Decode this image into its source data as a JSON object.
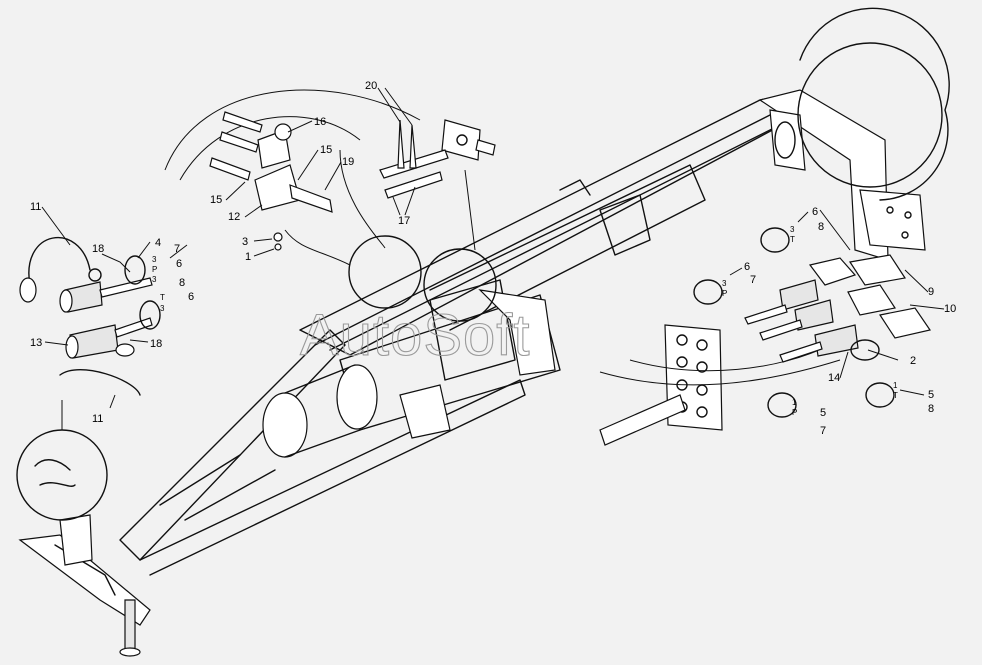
{
  "watermark": "AutoSoft",
  "callouts": [
    {
      "id": "c-11a",
      "text": "11"
    },
    {
      "id": "c-18a",
      "text": "18"
    },
    {
      "id": "c-4",
      "text": "4"
    },
    {
      "id": "c-7a",
      "text": "7"
    },
    {
      "id": "c-6a",
      "text": "6"
    },
    {
      "id": "c-8a",
      "text": "8"
    },
    {
      "id": "c-6b",
      "text": "6"
    },
    {
      "id": "c-13",
      "text": "13"
    },
    {
      "id": "c-18b",
      "text": "18"
    },
    {
      "id": "c-11b",
      "text": "11"
    },
    {
      "id": "c-16",
      "text": "16"
    },
    {
      "id": "c-15a",
      "text": "15"
    },
    {
      "id": "c-19",
      "text": "19"
    },
    {
      "id": "c-15b",
      "text": "15"
    },
    {
      "id": "c-12",
      "text": "12"
    },
    {
      "id": "c-3a",
      "text": "3"
    },
    {
      "id": "c-1a",
      "text": "1"
    },
    {
      "id": "c-20",
      "text": "20"
    },
    {
      "id": "c-17",
      "text": "17"
    },
    {
      "id": "c-6c",
      "text": "6"
    },
    {
      "id": "c-8b",
      "text": "8"
    },
    {
      "id": "c-6d",
      "text": "6"
    },
    {
      "id": "c-7b",
      "text": "7"
    },
    {
      "id": "c-9",
      "text": "9"
    },
    {
      "id": "c-10",
      "text": "10"
    },
    {
      "id": "c-2",
      "text": "2"
    },
    {
      "id": "c-14",
      "text": "14"
    },
    {
      "id": "c-5a",
      "text": "5"
    },
    {
      "id": "c-8c",
      "text": "8"
    },
    {
      "id": "c-5b",
      "text": "5"
    },
    {
      "id": "c-7c",
      "text": "7"
    }
  ],
  "port_marks": [
    {
      "id": "p-3a",
      "text": "3"
    },
    {
      "id": "p-Pa",
      "text": "P"
    },
    {
      "id": "p-3b",
      "text": "3"
    },
    {
      "id": "p-Ta",
      "text": "T"
    },
    {
      "id": "p-3c",
      "text": "3"
    },
    {
      "id": "p-3d",
      "text": "3"
    },
    {
      "id": "p-Tb",
      "text": "T"
    },
    {
      "id": "p-3e",
      "text": "3"
    },
    {
      "id": "p-Pb",
      "text": "P"
    },
    {
      "id": "p-1a",
      "text": "1"
    },
    {
      "id": "p-Pc",
      "text": "P"
    },
    {
      "id": "p-1b",
      "text": "1"
    },
    {
      "id": "p-Tc",
      "text": "T"
    }
  ]
}
